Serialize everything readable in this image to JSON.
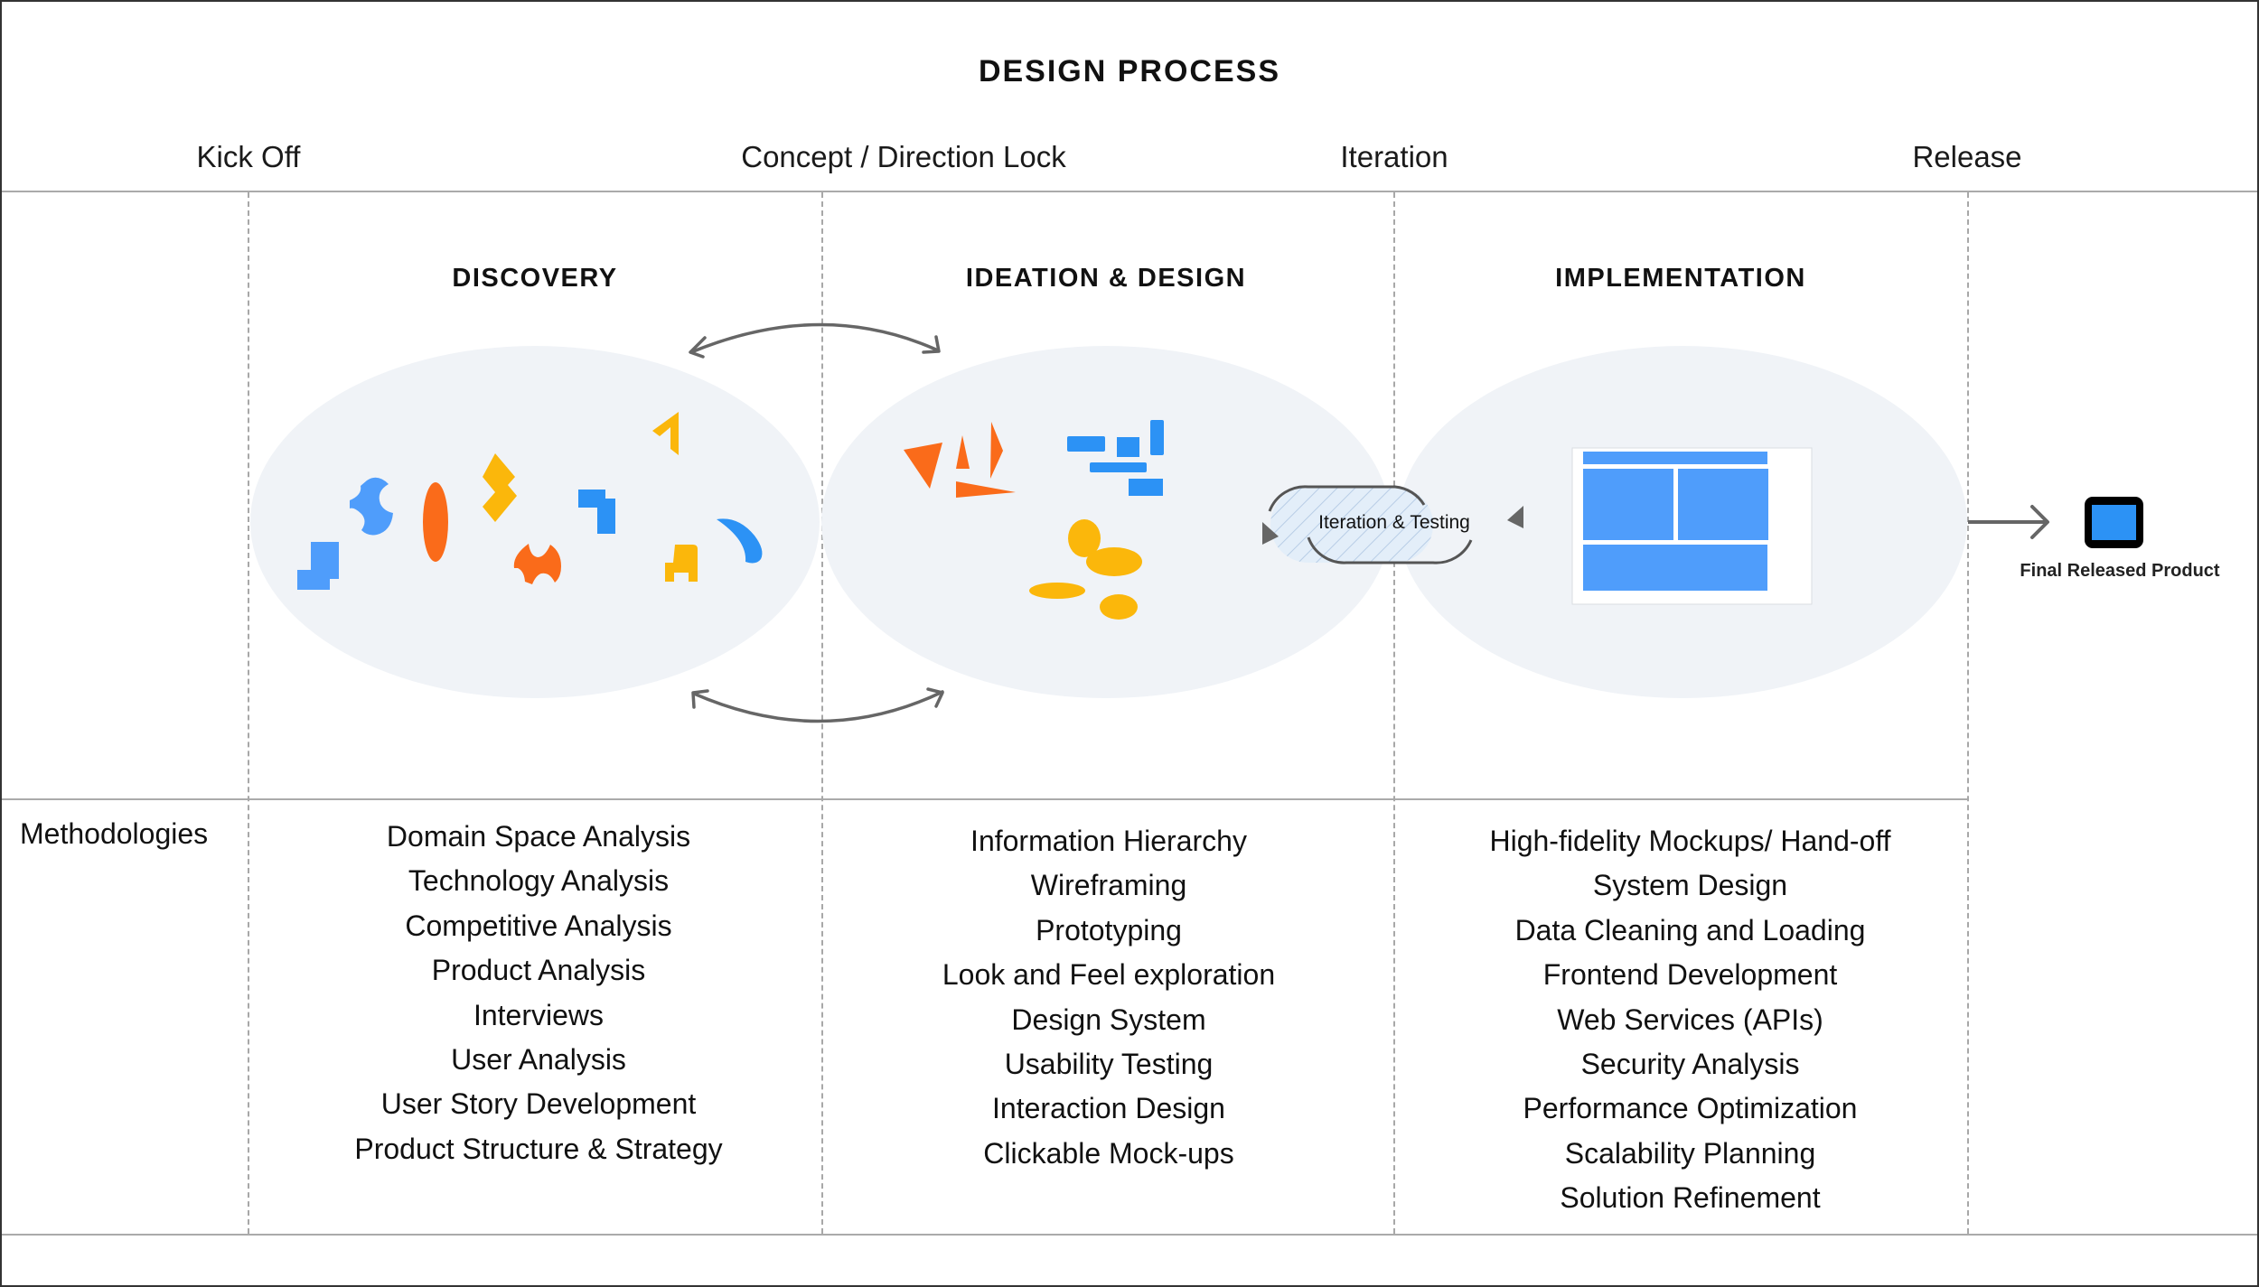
{
  "title": "DESIGN PROCESS",
  "milestones": [
    {
      "label": "Kick Off"
    },
    {
      "label": "Concept / Direction Lock"
    },
    {
      "label": "Iteration"
    },
    {
      "label": "Release"
    }
  ],
  "phases": [
    {
      "title": "DISCOVERY",
      "illustration": "scattered-shapes"
    },
    {
      "title": "IDEATION & DESIGN",
      "illustration": "grouped-shapes"
    },
    {
      "title": "IMPLEMENTATION",
      "illustration": "wireframe-layout"
    }
  ],
  "loop_label": "Iteration & Testing",
  "final_product": {
    "label": "Final Released Product",
    "icon": "product-square-icon"
  },
  "methodologies": {
    "label": "Methodologies",
    "discovery": [
      "Domain Space Analysis",
      "Technology Analysis",
      "Competitive Analysis",
      "Product Analysis",
      "Interviews",
      "User Analysis",
      "User Story Development",
      "Product Structure & Strategy"
    ],
    "ideation": [
      "Information Hierarchy",
      "Wireframing",
      "Prototyping",
      "Look and Feel exploration",
      "Design System",
      "Usability Testing",
      "Interaction Design",
      "Clickable Mock-ups"
    ],
    "implementation": [
      "High-fidelity Mockups/ Hand-off",
      "System Design",
      "Data Cleaning and Loading",
      "Frontend Development",
      "Web Services (APIs)",
      "Security Analysis",
      "Performance Optimization",
      "Scalability Planning",
      "Solution Refinement"
    ]
  },
  "colors": {
    "blue": "#4f9dfb",
    "blue_dark": "#2c92f5",
    "orange": "#fa6b1a",
    "yellow": "#fbb70b",
    "ellipse": "#f0f3f7",
    "arrow": "#666666",
    "product_blue": "#2c92f5"
  }
}
